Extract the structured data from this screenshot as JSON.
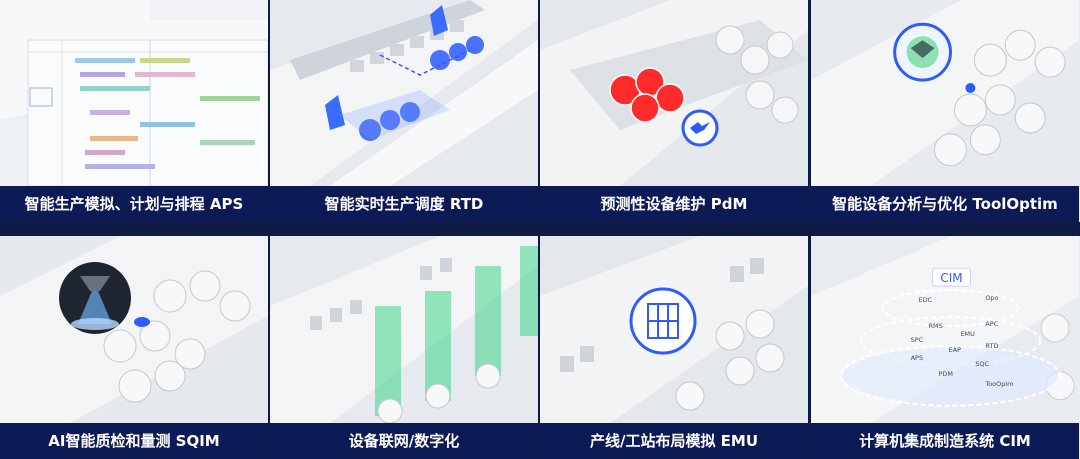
{
  "tiles": [
    {
      "caption": "智能生产模拟、计划与排程 APS"
    },
    {
      "caption": "智能实时生产调度 RTD"
    },
    {
      "caption": "预测性设备维护 PdM"
    },
    {
      "caption": "智能设备分析与优化 ToolOptim"
    },
    {
      "caption": "AI智能质检和量测 SQIM"
    },
    {
      "caption": "设备联网/数字化"
    },
    {
      "caption": "产线/工站布局模拟 EMU"
    },
    {
      "caption": "计算机集成制造系统 CIM"
    }
  ],
  "cim": {
    "center": "CIM",
    "modules": [
      "EDC",
      "Opo",
      "RMS",
      "APC",
      "SPC",
      "EMU",
      "RTD",
      "EAP",
      "APS",
      "PDM",
      "TooOpim",
      "SQC"
    ]
  },
  "colors": {
    "caption_bg": "#0c1a55",
    "accent_blue": "#2d5bff",
    "alert_red": "#ff2a2a",
    "data_green": "#3ed68a"
  }
}
